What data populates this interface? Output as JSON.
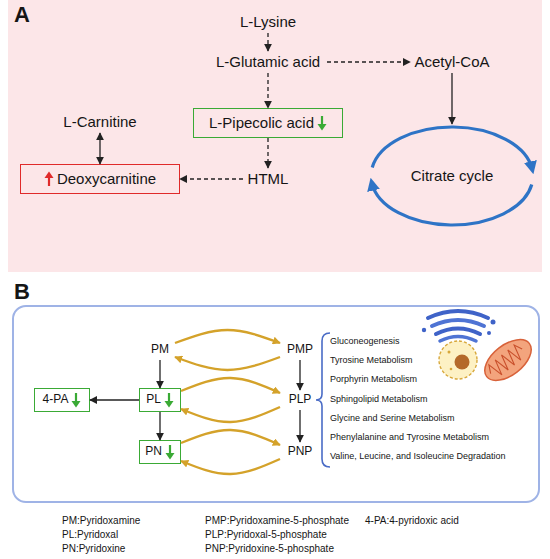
{
  "diagram": {
    "nodes": [
      {
        "text": [
          "A"
        ]
      },
      {
        "text": [
          "L-Lysine"
        ],
        "in": 0
      },
      {
        "text": [
          "L-Glutamic acid"
        ],
        "in": 0
      },
      {
        "text": [
          "Acetyl-CoA"
        ],
        "in": 0
      },
      {
        "text": [
          "L-Carnitine"
        ],
        "in": 0
      },
      {
        "text": [
          "L-Pipecolic acid"
        ],
        "in": 0
      },
      {
        "text": [
          "Deoxycarnitine"
        ],
        "in": 0
      },
      {
        "text": [
          "HTML"
        ],
        "in": 0
      },
      {
        "text": [
          "Citrate cycle"
        ],
        "in": 0
      },
      {
        "text": [
          "B"
        ]
      },
      {
        "text": [
          "PM"
        ],
        "in": 9
      },
      {
        "text": [
          "PMP"
        ],
        "in": 9
      },
      {
        "text": [
          "4-PA"
        ],
        "in": 9
      },
      {
        "text": [
          "PL"
        ],
        "in": 9
      },
      {
        "text": [
          "PLP"
        ],
        "in": 9
      },
      {
        "text": [
          "PN"
        ],
        "in": 9
      },
      {
        "text": [
          "PNP"
        ],
        "in": 9
      }
    ],
    "edges": [
      {
        "from": 1,
        "to": 2,
        "arrow": "to"
      },
      {
        "from": 2,
        "to": 3,
        "arrow": "to"
      },
      {
        "from": 2,
        "to": 5,
        "arrow": "to"
      },
      {
        "from": 5,
        "to": 7,
        "arrow": "to"
      },
      {
        "from": 7,
        "to": 6,
        "arrow": "to"
      },
      {
        "from": 4,
        "to": 6,
        "arrow": "both"
      },
      {
        "from": 3,
        "to": 8,
        "arrow": "to"
      },
      {
        "from": 10,
        "to": 11,
        "arrow": "to"
      },
      {
        "from": 11,
        "to": 10,
        "arrow": "to"
      },
      {
        "from": 13,
        "to": 14,
        "arrow": "to"
      },
      {
        "from": 14,
        "to": 13,
        "arrow": "to"
      },
      {
        "from": 15,
        "to": 16,
        "arrow": "to"
      },
      {
        "from": 16,
        "to": 15,
        "arrow": "to"
      },
      {
        "from": 10,
        "to": 13,
        "arrow": "to"
      },
      {
        "from": 13,
        "to": 15,
        "arrow": "to"
      },
      {
        "from": 11,
        "to": 14,
        "arrow": "to"
      },
      {
        "from": 14,
        "to": 16,
        "arrow": "to"
      },
      {
        "from": 13,
        "to": 12,
        "arrow": "to"
      }
    ],
    "labels": [
      "Gluconeogenesis",
      "Tyrosine Metabolism",
      "Porphyrin Metabolism",
      "Sphingolipid Metabolism",
      "Glycine and Serine Metabolism",
      "Phenylalanine and Tyrosine Metabolism",
      "Valine, Leucine, and Isoleucine Degradation",
      "PM:Pyridoxamine",
      "PMP:Pyridoxamine-5-phosphate",
      "4-PA:4-pyridoxic acid",
      "PL:Pyridoxal",
      "PLP:Pyridoxal-5-phosphate",
      "PN:Pyridoxine",
      "PNP:Pyridoxine-5-phosphate"
    ]
  }
}
